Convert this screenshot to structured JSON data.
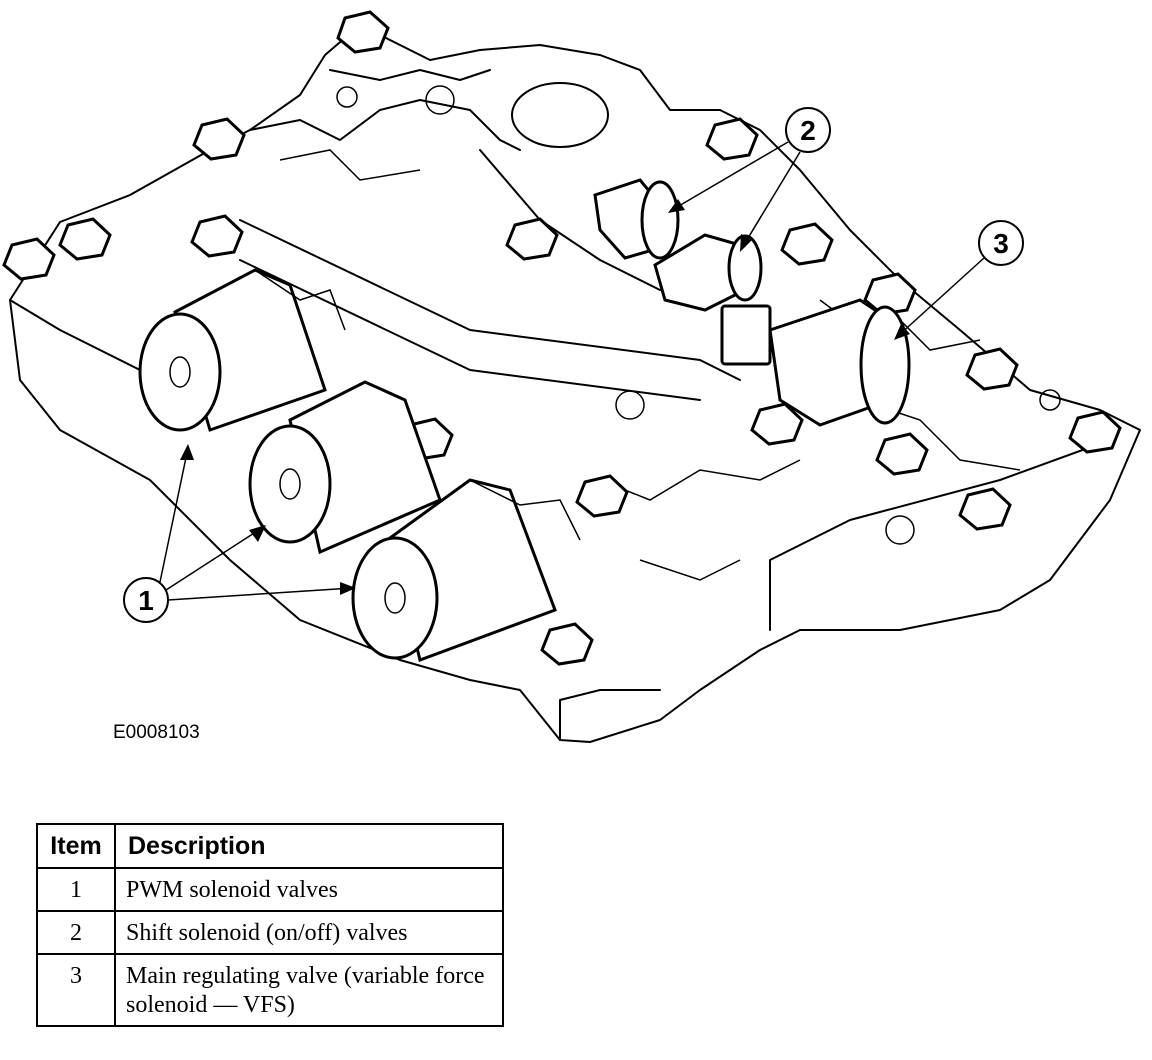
{
  "figure": {
    "id": "E0008103",
    "callouts": [
      {
        "label": "1",
        "target": "PWM solenoid valves"
      },
      {
        "label": "2",
        "target": "Shift solenoid (on/off) valves"
      },
      {
        "label": "3",
        "target": "Main regulating valve"
      }
    ]
  },
  "legend": {
    "headers": {
      "item": "Item",
      "description": "Description"
    },
    "rows": [
      {
        "item": "1",
        "description": "PWM solenoid valves"
      },
      {
        "item": "2",
        "description": "Shift solenoid (on/off) valves"
      },
      {
        "item": "3",
        "description": "Main regulating valve (variable force solenoid — VFS)"
      }
    ]
  }
}
